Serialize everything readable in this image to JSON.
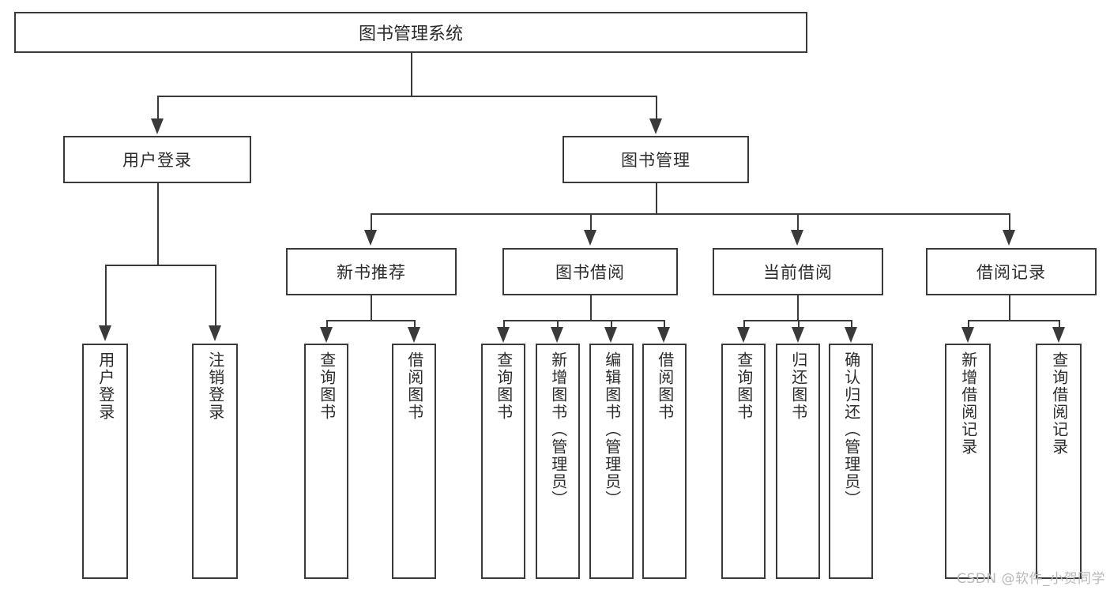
{
  "diagram": {
    "title": "图书管理系统",
    "root": {
      "label": "图书管理系统"
    },
    "level2": [
      {
        "label": "用户登录"
      },
      {
        "label": "图书管理"
      }
    ],
    "level3": [
      {
        "label": "新书推荐"
      },
      {
        "label": "图书借阅"
      },
      {
        "label": "当前借阅"
      },
      {
        "label": "借阅记录"
      }
    ],
    "leaves": {
      "user_login": [
        {
          "label": "用户登录"
        },
        {
          "label": "注销登录"
        }
      ],
      "new_book": [
        {
          "label": "查询图书"
        },
        {
          "label": "借阅图书"
        }
      ],
      "book_borrow": [
        {
          "label": "查询图书"
        },
        {
          "label": "新增图书（管理员）"
        },
        {
          "label": "编辑图书（管理员）"
        },
        {
          "label": "借阅图书"
        }
      ],
      "current_borrow": [
        {
          "label": "查询图书"
        },
        {
          "label": "归还图书"
        },
        {
          "label": "确认归还（管理员）"
        }
      ],
      "borrow_record": [
        {
          "label": "新增借阅记录"
        },
        {
          "label": "查询借阅记录"
        }
      ]
    }
  },
  "watermark": {
    "text": "CSDN @软件_小贺同学"
  },
  "colors": {
    "stroke": "#3a3a3a",
    "background": "#ffffff",
    "text": "#2b2b2b",
    "watermark": "#b9b9b9"
  }
}
